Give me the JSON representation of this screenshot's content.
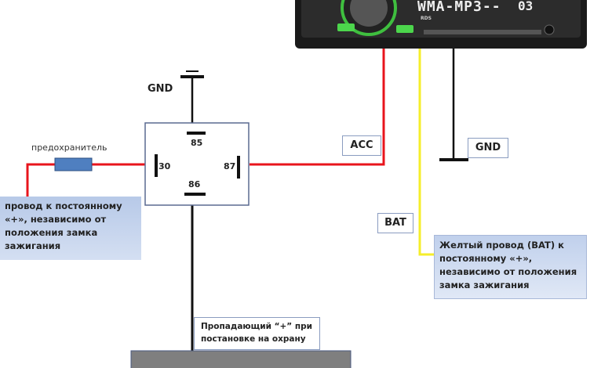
{
  "head_unit": {
    "display_text": "WMA-MP3--",
    "track": "03",
    "brand": "RDS"
  },
  "labels": {
    "gnd_relay": "GND",
    "gnd_unit": "GND",
    "acc": "ACC",
    "bat": "BAT",
    "fuse": "предохранитель"
  },
  "relay": {
    "pins": {
      "p85": "85",
      "p86": "86",
      "p30": "30",
      "p87": "87"
    }
  },
  "notes": {
    "constant_plus": "провод  к постоянному «+», независимо от положения замка зажигания",
    "yellow_wire": "Желтый провод (BAT) к постоянному «+», независимо от положения замка зажигания",
    "alarm_plus": "Пропадающий  “+” при постановке на охрану"
  },
  "colors": {
    "acc_wire": "#e8141c",
    "bat_wire": "#f5ee2a",
    "ground_wire": "#111111",
    "fuse": "#4f7fc0",
    "note_bg": "#c6d4ec"
  }
}
